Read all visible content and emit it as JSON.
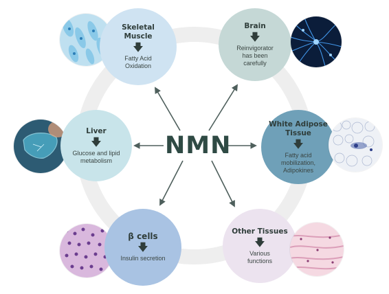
{
  "center": {
    "label": "NMN"
  },
  "nodes": {
    "skeletal_muscle": {
      "title_line1": "Skeletal",
      "title_line2": "Muscle",
      "desc_line1": "Fatty Acid",
      "desc_line2": "Oxidation",
      "color": "#cfe3f2"
    },
    "brain": {
      "title": "Brain",
      "desc_line1": "Reinvigorator",
      "desc_line2": "has been",
      "desc_line3": "carefully",
      "color": "#c5d8d6"
    },
    "white_adipose": {
      "title_line1": "White Adipose",
      "title_line2": "Tissue",
      "desc_line1": "Fatty acid",
      "desc_line2": "mobilization,",
      "desc_line3": "Adipokines",
      "color": "#6fa0b8"
    },
    "liver": {
      "title": "Liver",
      "desc_line1": "Glucose and lipid",
      "desc_line2": "metabolism",
      "color": "#c8e4ea"
    },
    "beta_cells": {
      "title": "β cells",
      "desc": "Insulin secretion",
      "color": "#a9c3e3"
    },
    "other_tissues": {
      "title": "Other Tissues",
      "desc_line1": "Various",
      "desc_line2": "functions",
      "color": "#ece3ef"
    }
  },
  "icons": {
    "down_arrow": "down-arrow-icon",
    "connector_arrow": "arrow-icon"
  },
  "colors": {
    "ring": "#eeeeee",
    "arrow": "#4e5f5c",
    "text": "#2f3d3a"
  }
}
